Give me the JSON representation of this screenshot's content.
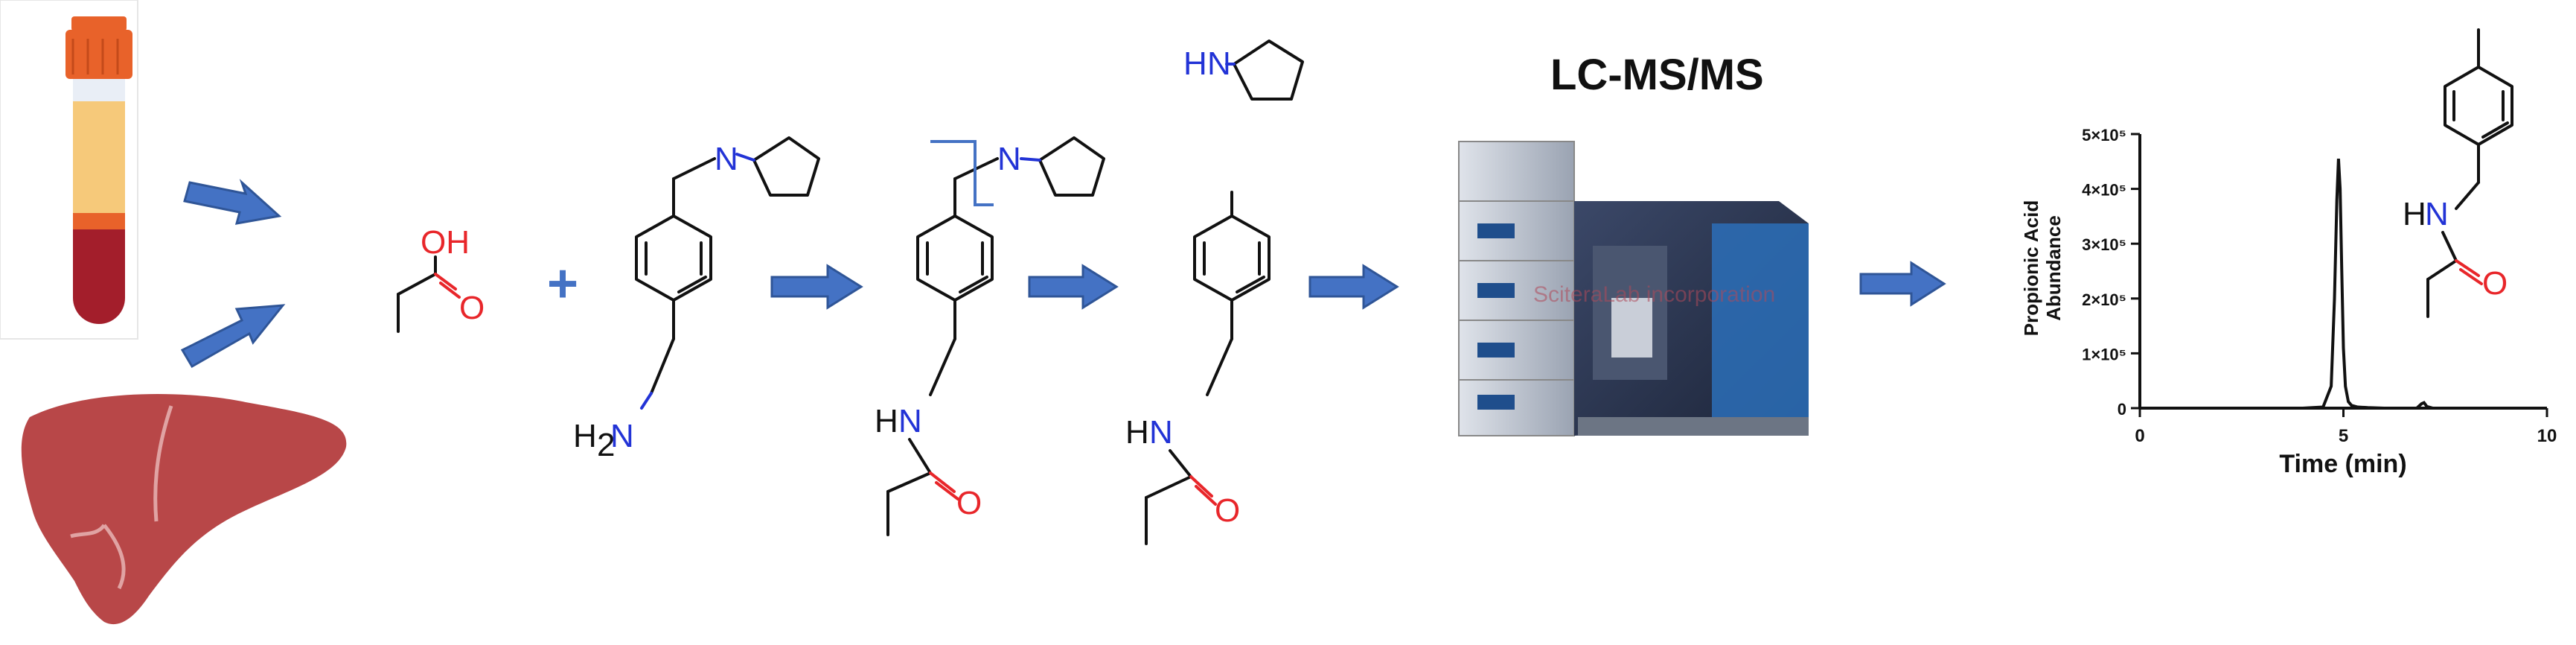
{
  "colors": {
    "arrow": "#4472c4",
    "arrow_edge": "#2f5597",
    "oxygen": "#e8262a",
    "nitrogen": "#2233d6",
    "liver": "#b84748",
    "tube_cap": "#e8622a",
    "tube_plasma": "#f6c97a",
    "tube_blood": "#a31e2b",
    "instrument_body": "#2e3a55",
    "instrument_accent": "#2b6fb8"
  },
  "icons": [
    "blood-tube-icon",
    "liver-icon",
    "lc-ms-instrument-icon"
  ],
  "labels": {
    "plus": "+",
    "lcms_title": "LC-MS/MS",
    "watermark": "SciteraLab incorporation"
  },
  "atoms": {
    "acid_OH": "OH",
    "acid_O": "O",
    "reagent_N": "N",
    "reagent_NH2_H": "H",
    "reagent_NH2_sub": "2",
    "reagent_NH2_N": "N",
    "deriv_N": "N",
    "deriv_HN_H": "H",
    "deriv_HN_N": "N",
    "deriv_O": "O",
    "frag_HN_H": "H",
    "frag_HN_N": "N",
    "pyrrolidine_HN_H": "H",
    "pyrrolidine_HN_N": "N",
    "product_HN_H": "H",
    "product_HN_N": "N",
    "product_O": "O",
    "chart_HN_H": "H",
    "chart_HN_N": "N",
    "chart_O": "O"
  },
  "chart_data": {
    "type": "line",
    "title": "",
    "xlabel": "Time (min)",
    "ylabel": "Propionic Acid Abundance",
    "ylabel_lines": [
      "Propionic Acid",
      "Abundance"
    ],
    "xlim": [
      0,
      10
    ],
    "ylim": [
      0,
      500000
    ],
    "x_ticks": [
      "0",
      "5",
      "10"
    ],
    "y_ticks": [
      "0",
      "1×10⁵",
      "2×10⁵",
      "3×10⁵",
      "4×10⁵",
      "5×10⁵"
    ],
    "y_tick_values": [
      0,
      100000,
      200000,
      300000,
      400000,
      500000
    ],
    "series": [
      {
        "x": [
          0.9,
          2.0,
          3.0,
          4.0,
          4.5,
          4.7,
          4.78,
          4.84,
          4.88,
          4.92,
          4.96,
          5.0,
          5.05,
          5.12,
          5.2,
          5.35,
          5.6,
          6.0,
          6.8,
          6.92,
          6.98,
          7.05,
          7.2,
          8.0,
          9.0,
          10.0
        ],
        "y": [
          0,
          0,
          0,
          0,
          2000,
          40000,
          200000,
          380000,
          455000,
          400000,
          250000,
          110000,
          40000,
          12000,
          5000,
          2000,
          1000,
          0,
          0,
          8000,
          10000,
          3000,
          0,
          0,
          0,
          0
        ]
      }
    ]
  }
}
